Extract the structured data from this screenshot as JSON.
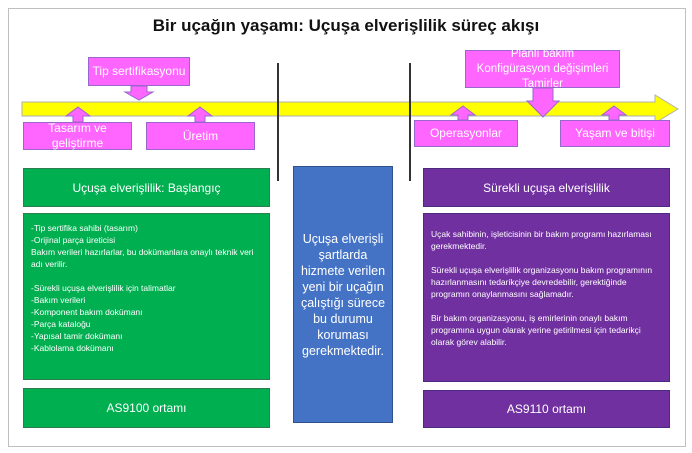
{
  "title": "Bir uçağın yaşamı: Uçuşa elverişlilik süreç akışı",
  "colors": {
    "timeline": "#ffff00",
    "phase": "#ff66ff",
    "initial": "#00b050",
    "continuing": "#7030a0",
    "center": "#4472c4"
  },
  "timeline": {
    "above": [
      {
        "label": "Tip sertifikasyonu"
      },
      {
        "label": "Planlı bakım\nKonfigürasyon değişimleri\nTamirler"
      }
    ],
    "below": [
      {
        "label": "Tasarım ve geliştirme"
      },
      {
        "label": "Üretim"
      },
      {
        "label": "Operasyonlar"
      },
      {
        "label": "Yaşam ve bitişi"
      }
    ]
  },
  "initial": {
    "header": "Uçuşa elverişlilik: Başlangıç",
    "body1": [
      "-Tip sertifika sahibi (tasarım)",
      "-Orijinal parça üreticisi",
      "Bakım verileri hazırlarlar, bu dokümanlara onaylı teknik veri adı verilir."
    ],
    "body2": [
      "-Sürekli uçuşa elverişlilik için talimatlar",
      "-Bakım verileri",
      "-Komponent bakım dokümanı",
      "-Parça kataloğu",
      "-Yapısal tamir dokümanı",
      "-Kablolama dokümanı"
    ],
    "footer": "AS9100 ortamı"
  },
  "center": {
    "text": "Uçuşa elverişli şartlarda hizmete verilen yeni bir uçağın çalıştığı sürece bu durumu koruması gerekmektedir."
  },
  "continuing": {
    "header": "Sürekli uçuşa elverişlilik",
    "paragraphs": [
      "Uçak sahibinin, işleticisinin bir bakım programı hazırlaması gerekmektedir.",
      "Sürekli uçuşa elverişlilik organizasyonu bakım programının hazırlanmasını tedarikçiye devredebilir, gerektiğinde programın onaylanmasını sağlamadır.",
      "Bir bakım organizasyonu, iş emirlerinin onaylı bakım programına uygun olarak yerine getirilmesi için tedarikçi olarak görev alabilir."
    ],
    "footer": "AS9110 ortamı"
  }
}
